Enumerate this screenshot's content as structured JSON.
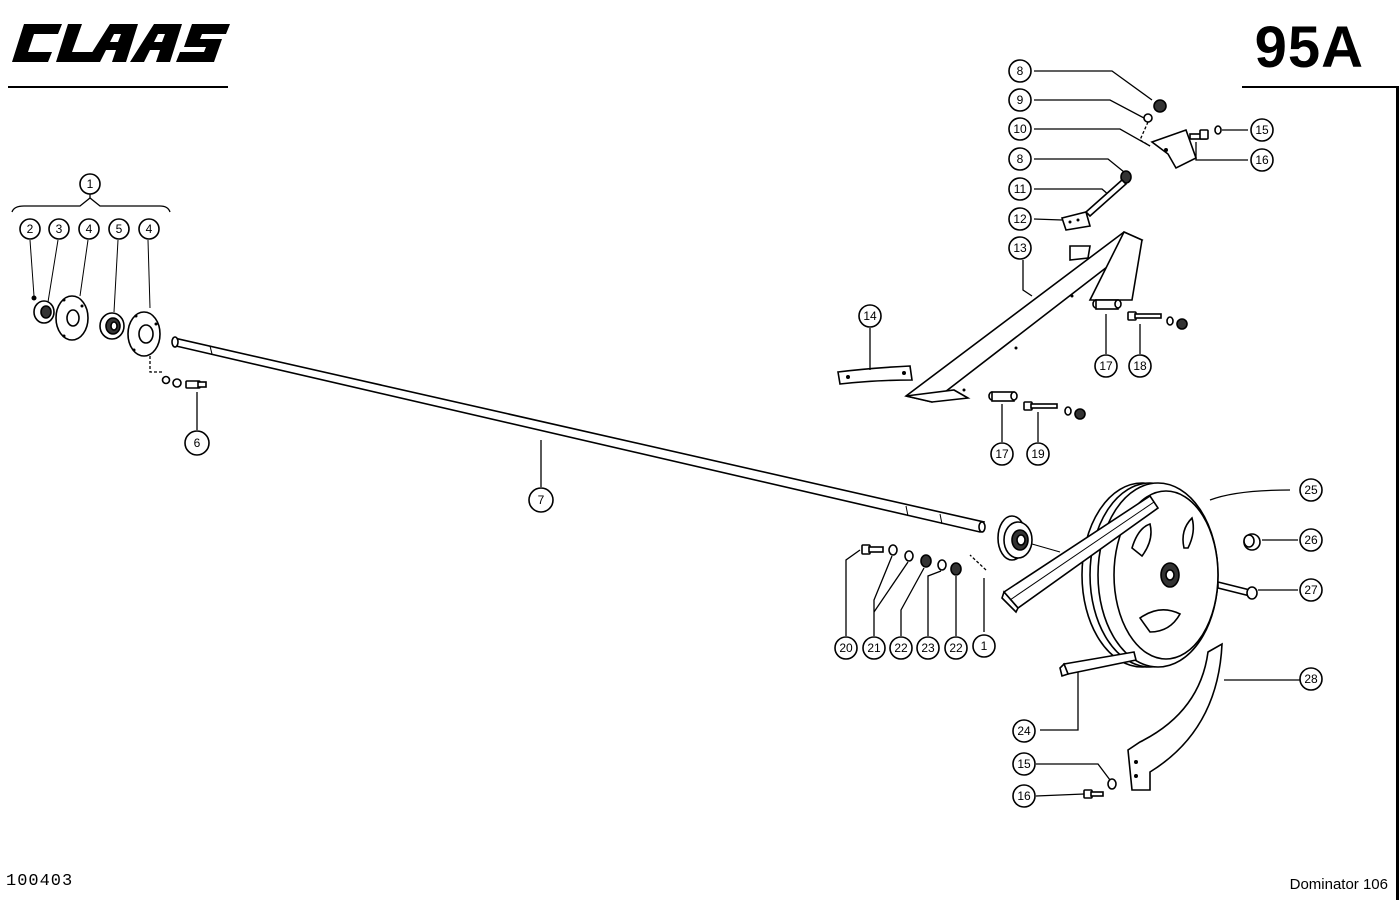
{
  "brand": "CLAAS",
  "page_number": "95A",
  "document_number": "100403",
  "model": "Dominator 106",
  "callouts": [
    {
      "label": "1"
    },
    {
      "label": "2"
    },
    {
      "label": "3"
    },
    {
      "label": "4"
    },
    {
      "label": "5"
    },
    {
      "label": "4"
    },
    {
      "label": "6"
    },
    {
      "label": "7"
    },
    {
      "label": "8"
    },
    {
      "label": "9"
    },
    {
      "label": "10"
    },
    {
      "label": "8"
    },
    {
      "label": "11"
    },
    {
      "label": "12"
    },
    {
      "label": "13"
    },
    {
      "label": "15"
    },
    {
      "label": "16"
    },
    {
      "label": "14"
    },
    {
      "label": "17"
    },
    {
      "label": "18"
    },
    {
      "label": "17"
    },
    {
      "label": "19"
    },
    {
      "label": "25"
    },
    {
      "label": "26"
    },
    {
      "label": "27"
    },
    {
      "label": "28"
    },
    {
      "label": "24"
    },
    {
      "label": "20"
    },
    {
      "label": "21"
    },
    {
      "label": "22"
    },
    {
      "label": "23"
    },
    {
      "label": "22"
    },
    {
      "label": "1"
    },
    {
      "label": "15"
    },
    {
      "label": "16"
    }
  ]
}
